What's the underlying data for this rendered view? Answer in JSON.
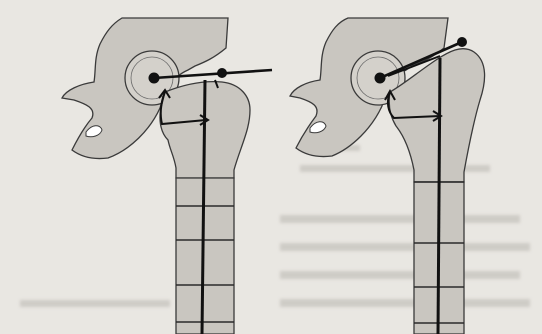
{
  "figure": {
    "panels": [
      {
        "id": "left",
        "description_name": "femur-diagram-left"
      },
      {
        "id": "right",
        "description_name": "femur-diagram-right"
      }
    ],
    "colors": {
      "paper": "#e9e7e2",
      "bone": "#c9c6c0",
      "bone_outline": "#3a3a3a",
      "line": "#111111",
      "background_text": "#b8b5af"
    }
  }
}
